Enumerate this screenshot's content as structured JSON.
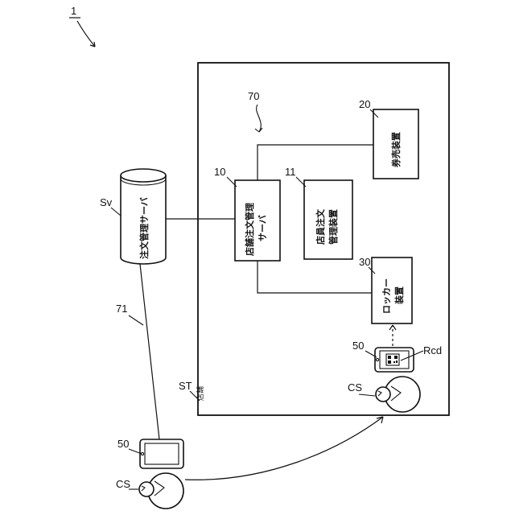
{
  "figure_ref": "1",
  "store": {
    "ref": "ST",
    "label": "店舗"
  },
  "order_server": {
    "ref": "Sv",
    "label": "注文管理サーバ"
  },
  "network_ref_71": "71",
  "network_ref_70": "70",
  "store_server": {
    "ref": "10",
    "line1": "店舗注文管理",
    "line2": "サーバ"
  },
  "staff_device": {
    "ref": "11",
    "line1": "店員注文",
    "line2": "管理装置"
  },
  "ticket_device": {
    "ref": "20",
    "label": "券売装置"
  },
  "locker_device": {
    "ref": "30",
    "line1": "ロッカー",
    "line2": "装置"
  },
  "terminal_outside": {
    "ref": "50",
    "customer_ref": "CS"
  },
  "terminal_inside": {
    "ref": "50",
    "customer_ref": "CS",
    "code_ref": "Rcd"
  }
}
